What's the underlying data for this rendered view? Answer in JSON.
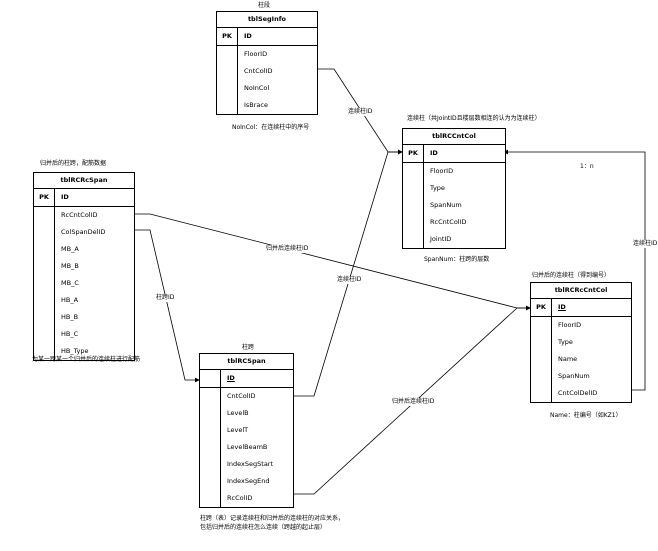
{
  "tables": {
    "segInfo": {
      "caption": "柱段",
      "name": "tblSegInfo",
      "pk": "PK",
      "pk_field": "ID",
      "fields": [
        "FloorID",
        "CntColID",
        "NoInCol",
        "IsBrace"
      ],
      "note": "NoInCol：在连续柱中的序号"
    },
    "cntCol": {
      "caption": "连续柱（共JointID且楼层数相连的认为为连续柱）",
      "name": "tblRCCntCol",
      "pk": "PK",
      "pk_field": "ID",
      "fields": [
        "FloorID",
        "Type",
        "SpanNum",
        "RcCntColID",
        "JointID"
      ],
      "note": "SpanNum：柱跨的层数"
    },
    "rcSpan": {
      "caption": "归并后的柱跨，配筋数据",
      "name": "tblRCRcSpan",
      "pk": "PK",
      "pk_field": "ID",
      "fields": [
        "RcCntColID",
        "ColSpanDelID",
        "MB_A",
        "MB_B",
        "MB_C",
        "HB_A",
        "HB_B",
        "HB_C",
        "HB_Type"
      ],
      "note": "为某一跨某一个归并后的连续柱进行配筋"
    },
    "span": {
      "caption": "柱跨",
      "name": "tblRCSpan",
      "pk": "",
      "pk_field": "ID",
      "fields": [
        "CntColID",
        "LevelB",
        "LevelT",
        "LevelBeamB",
        "IndexSegStart",
        "IndexSegEnd",
        "RcColID"
      ],
      "note1": "柱跨（表）记录连续柱和归并后的连续柱的对应关系，",
      "note2": "包括归并后的连续柱怎么连续（跨越的起止层）"
    },
    "rcCntCol": {
      "caption": "归并后的连续柱（得到编号）",
      "name": "tblRCRcCntCol",
      "pk": "PK",
      "pk_field": "ID",
      "fields": [
        "FloorID",
        "Type",
        "Name",
        "SpanNum",
        "CntColDelID"
      ],
      "note": "Name：柱编号（如KZ1）"
    }
  },
  "edges": {
    "seg_to_cnt": "连续柱ID",
    "span_to_cnt": "连续柱ID",
    "rcspan_to_rccnt": "归并后连续柱ID",
    "rcspan_to_span": "柱跨ID",
    "span_to_rccnt": "归并后连续柱ID",
    "rccnt_to_cnt": "连续柱ID",
    "multiplicity": "1：n"
  }
}
